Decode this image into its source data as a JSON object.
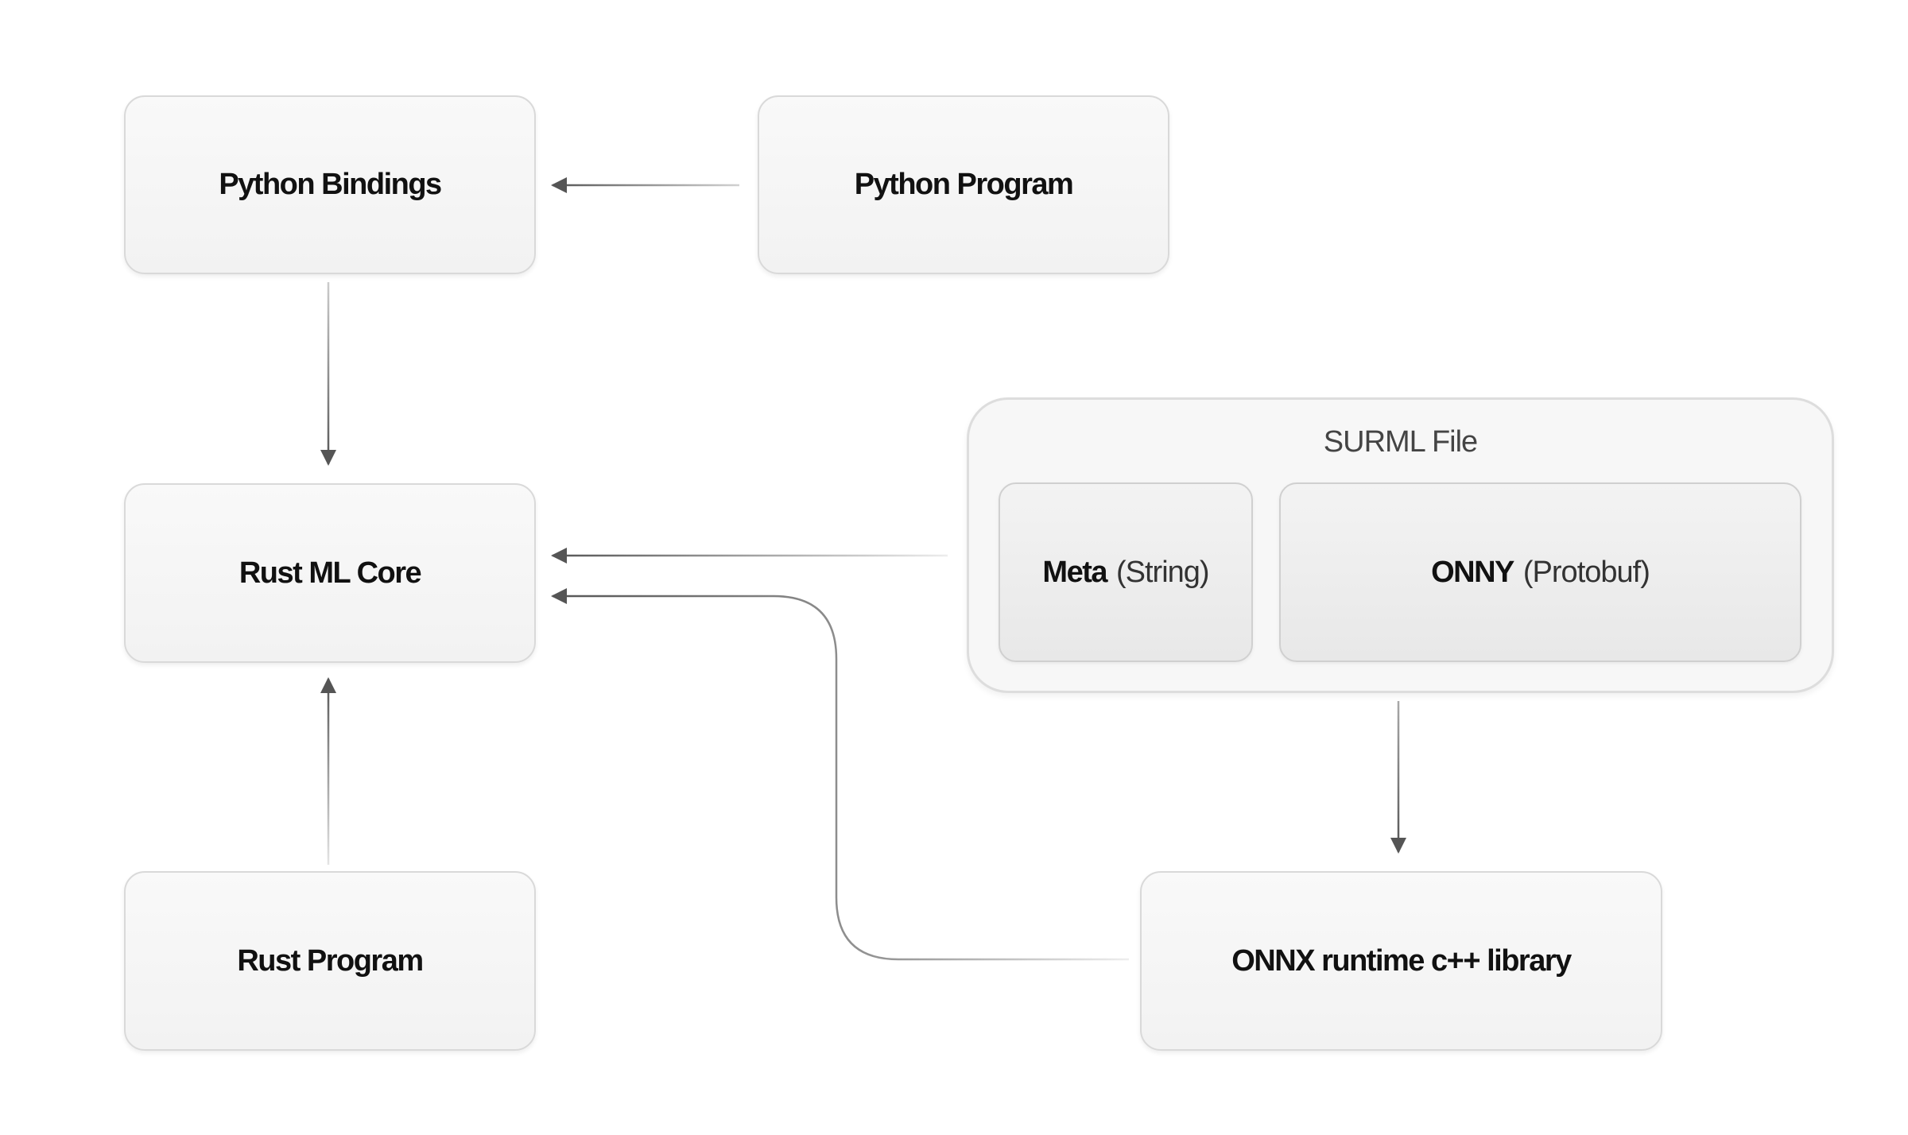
{
  "nodes": {
    "python_bindings": {
      "label": "Python Bindings"
    },
    "python_program": {
      "label": "Python Program"
    },
    "rust_ml_core": {
      "label": "Rust ML Core"
    },
    "rust_program": {
      "label": "Rust Program"
    },
    "onnx_runtime": {
      "label": "ONNX runtime c++ library"
    }
  },
  "surml_file": {
    "title": "SURML File",
    "meta": {
      "label": "Meta",
      "suffix": "(String)"
    },
    "onny": {
      "label": "ONNY",
      "suffix": "(Protobuf)"
    }
  },
  "colors": {
    "arrow": "#555555",
    "box_border": "#d9d9d9",
    "text": "#111111"
  }
}
